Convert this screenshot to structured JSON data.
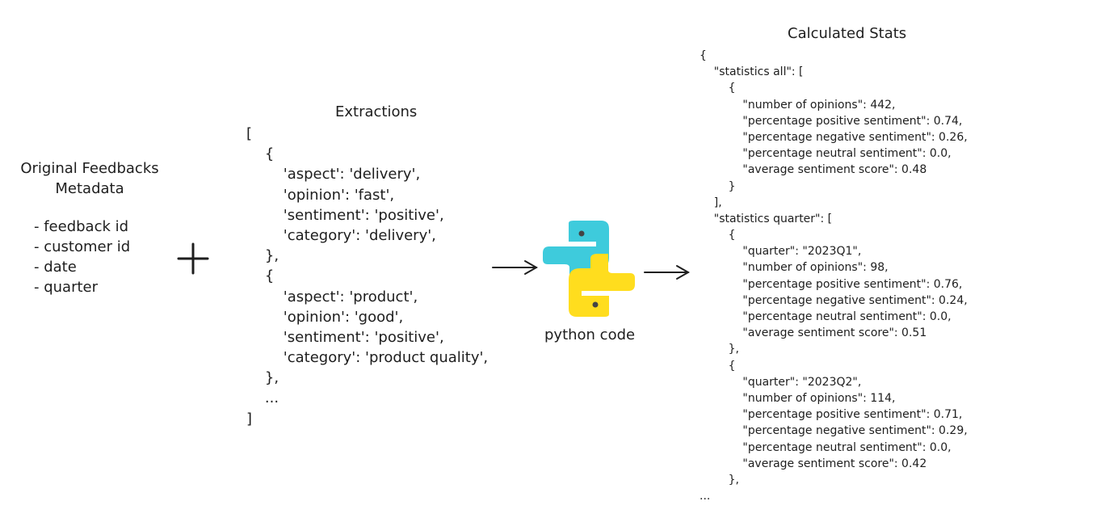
{
  "metadata": {
    "title": "Original Feedbacks\nMetadata",
    "items": [
      "- feedback id",
      "- customer id",
      "- date",
      "- quarter"
    ]
  },
  "extractions": {
    "title": "Extractions",
    "lines": [
      "[",
      "    {",
      "        'aspect': 'delivery',",
      "        'opinion': 'fast',",
      "        'sentiment': 'positive',",
      "        'category': 'delivery',",
      "    },",
      "    {",
      "        'aspect': 'product',",
      "        'opinion': 'good',",
      "        'sentiment': 'positive',",
      "        'category': 'product quality',",
      "    },",
      "    ...",
      "]"
    ]
  },
  "python": {
    "label": "python code",
    "colors": {
      "blue": "#3ecbdc",
      "yellow": "#ffdd1e"
    }
  },
  "stats": {
    "title": "Calculated Stats",
    "lines": [
      "{",
      "    \"statistics all\": [",
      "        {",
      "            \"number of opinions\": 442,",
      "            \"percentage positive sentiment\": 0.74,",
      "            \"percentage negative sentiment\": 0.26,",
      "            \"percentage neutral sentiment\": 0.0,",
      "            \"average sentiment score\": 0.48",
      "        }",
      "    ],",
      "    \"statistics quarter\": [",
      "        {",
      "            \"quarter\": \"2023Q1\",",
      "            \"number of opinions\": 98,",
      "            \"percentage positive sentiment\": 0.76,",
      "            \"percentage negative sentiment\": 0.24,",
      "            \"percentage neutral sentiment\": 0.0,",
      "            \"average sentiment score\": 0.51",
      "        },",
      "        {",
      "            \"quarter\": \"2023Q2\",",
      "            \"number of opinions\": 114,",
      "            \"percentage positive sentiment\": 0.71,",
      "            \"percentage negative sentiment\": 0.29,",
      "            \"percentage neutral sentiment\": 0.0,",
      "            \"average sentiment score\": 0.42",
      "        },",
      "..."
    ]
  }
}
